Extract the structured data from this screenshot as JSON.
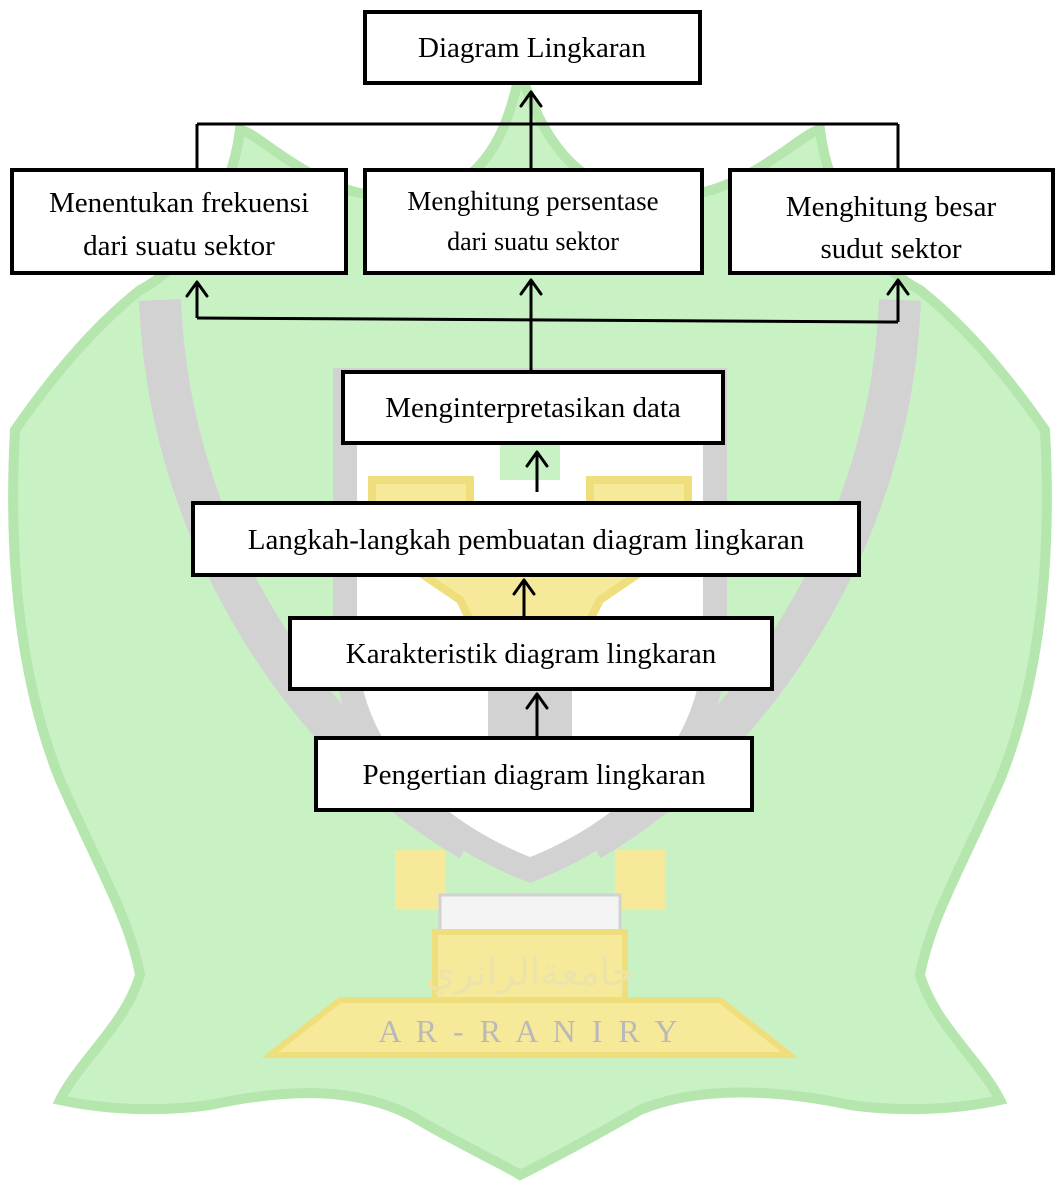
{
  "watermark": {
    "arabic_text": "جامعةالرانري",
    "latin_text": "A R - R A N I R Y",
    "colors": {
      "leaf": "#c9f2c4",
      "leaf_edge": "#b4e6ae",
      "gold": "#f6ea9a",
      "gold_edge": "#efdf7c",
      "gray": "#d2d2d2",
      "white": "#ffffff"
    }
  },
  "diagram": {
    "root": "Diagram Lingkaran",
    "sub_steps": [
      [
        "Menentukan frekuensi",
        "dari suatu sektor"
      ],
      [
        "Menghitung persentase",
        "dari suatu sektor"
      ],
      [
        "Menghitung besar",
        "sudut sektor"
      ]
    ],
    "chain": [
      "Menginterpretasikan data",
      "Langkah-langkah pembuatan diagram lingkaran",
      "Karakteristik diagram lingkaran",
      "Pengertian diagram lingkaran"
    ]
  }
}
